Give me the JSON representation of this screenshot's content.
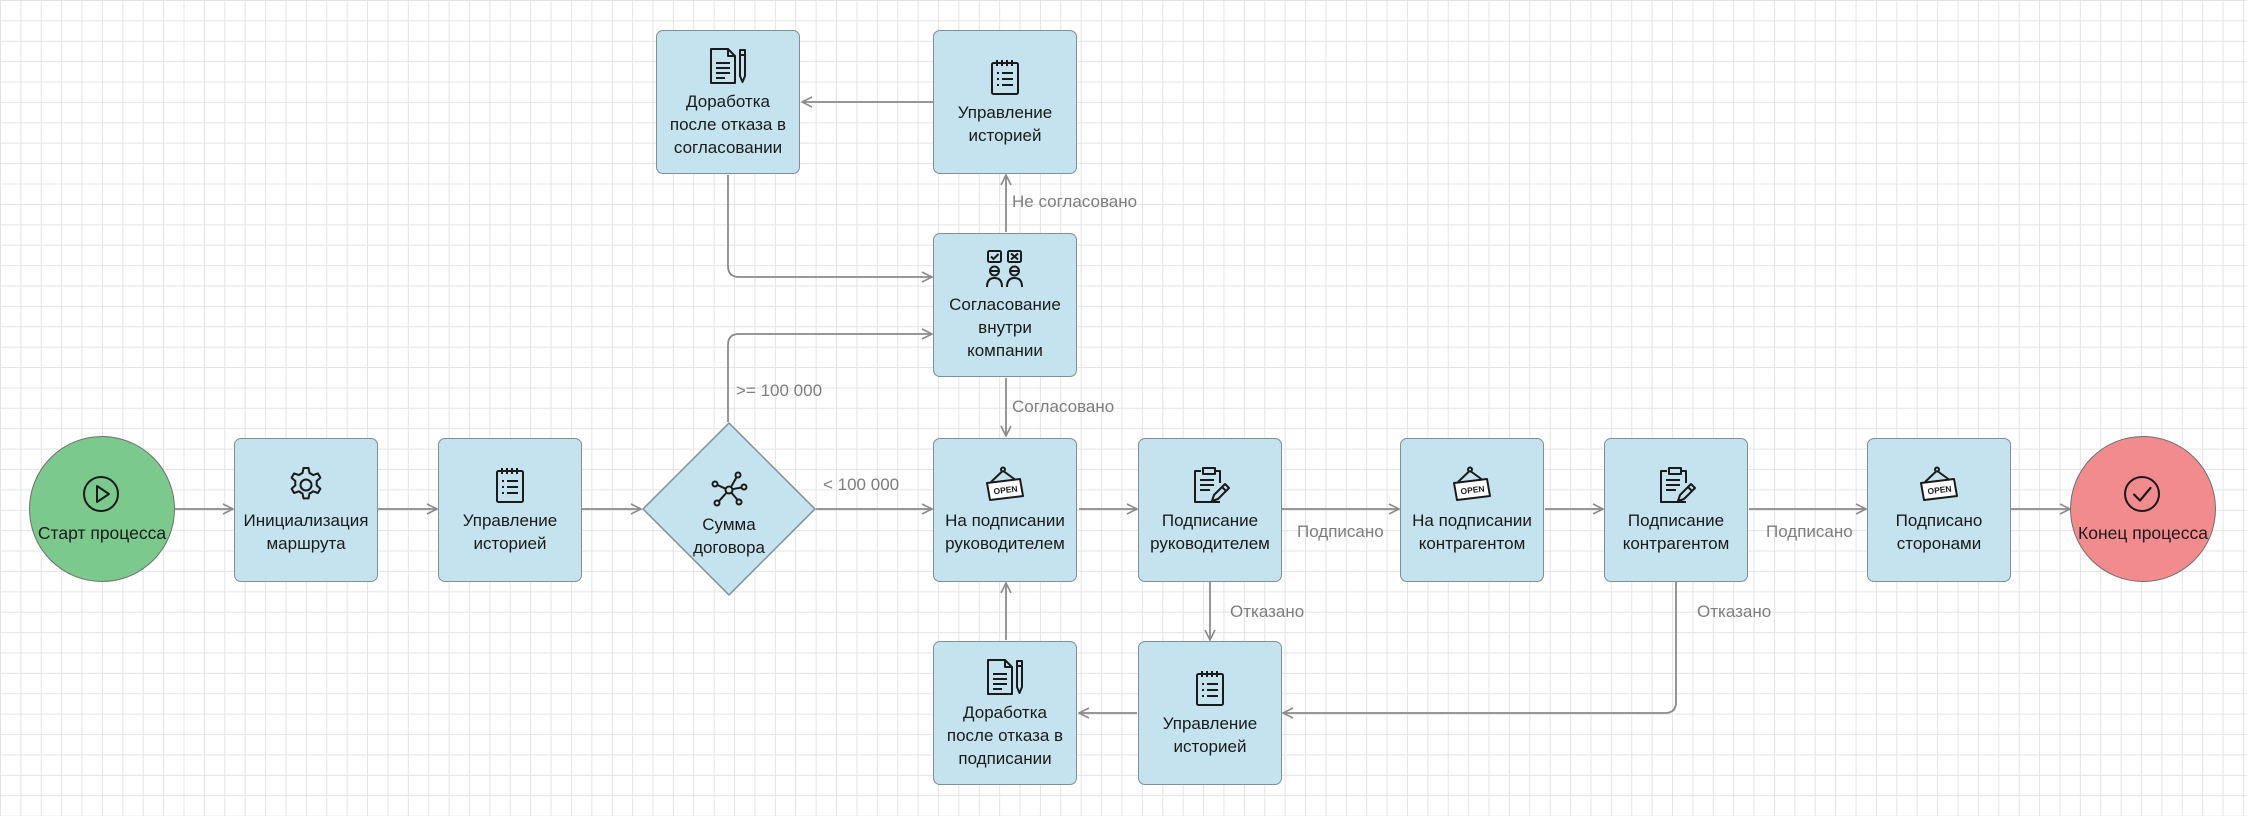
{
  "nodes": {
    "start": {
      "label": "Старт процесса",
      "icon": "play-circle-icon"
    },
    "init_route": {
      "label": "Инициализация маршрута",
      "icon": "gear-icon"
    },
    "history_1": {
      "label": "Управление историей",
      "icon": "notepad-list-icon"
    },
    "contract_sum": {
      "label": "Сумма договора",
      "icon": "network-nodes-icon"
    },
    "approval": {
      "label": "Согласование внутри компании",
      "icon": "approval-voters-icon"
    },
    "history_top": {
      "label": "Управление историей",
      "icon": "notepad-list-icon"
    },
    "rework_approval": {
      "label": "Доработка после отказа в согласовании",
      "icon": "document-pencil-icon"
    },
    "pending_manager": {
      "label": "На подписании руководителем",
      "icon": "open-sign-icon"
    },
    "manager_sign": {
      "label": "Подписание руководителем",
      "icon": "clipboard-pen-icon"
    },
    "pending_counterparty": {
      "label": "На подписании контрагентом",
      "icon": "open-sign-icon"
    },
    "counterparty_sign": {
      "label": "Подписание контрагентом",
      "icon": "clipboard-pen-icon"
    },
    "signed_parties": {
      "label": "Подписано сторонами",
      "icon": "open-sign-icon"
    },
    "end": {
      "label": "Конец процесса",
      "icon": "check-circle-icon"
    },
    "history_bottom": {
      "label": "Управление историей",
      "icon": "notepad-list-icon"
    },
    "rework_sign": {
      "label": "Доработка после отказа в подписании",
      "icon": "document-pencil-icon"
    }
  },
  "edge_labels": {
    "not_approved": "Не согласовано",
    "gte_100000": ">= 100 000",
    "approved": "Согласовано",
    "lt_100000": "< 100 000",
    "signed_1": "Подписано",
    "signed_2": "Подписано",
    "refused_1": "Отказано",
    "refused_2": "Отказано"
  },
  "icon_sign_text": "OPEN",
  "colors": {
    "task_fill": "#c4e3ee",
    "start_fill": "#7bc98c",
    "end_fill": "#f28b8e",
    "edge": "#8a8a8a",
    "edge_label": "#7d7d7d"
  }
}
